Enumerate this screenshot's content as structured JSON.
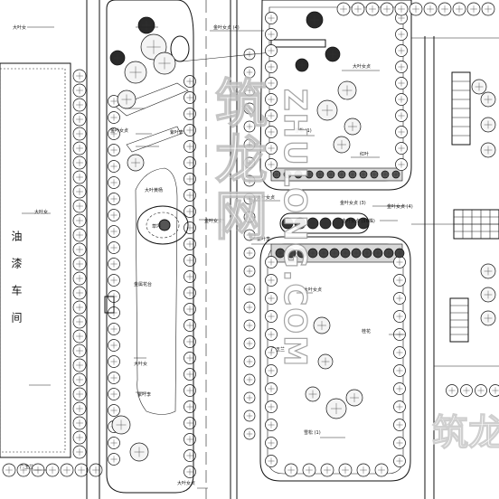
{
  "plan": {
    "workshop_label": "油漆车间",
    "watermark_cn": "筑龙网",
    "watermark_en": "ZHULONG.COM",
    "watermark_mark": "筑龙"
  },
  "callouts": {
    "top_left": "大叶女",
    "top_mid": "金叶女贞 (4)",
    "top_right_a": "大叶女贞",
    "mid_left_a": "金叶女贞",
    "mid_left_b": "紫叶李",
    "mid_left_c": "大叶黄杨",
    "oval_label": "金叶女贞",
    "ring_label": "草坪",
    "bench_label": "金属花台",
    "left_vertical": "大叶女",
    "lower_mid_a": "大叶女",
    "lower_mid_b": "紫叶李",
    "bottom_left": "广玉兰",
    "bottom_mid": "大叶女贞",
    "block1_a": "雪松 (1)",
    "block1_b": "红叶",
    "strip_left": "大叶女贞",
    "strip_mid": "金叶女贞 (3)",
    "strip_right": "金叶女贞 (4)",
    "block2_a": "紫叶李",
    "block2_b": "金叶女贞 (50株)",
    "block2_c": "大叶女贞",
    "block2_d": "桂花",
    "block2_e": "雪松 (1)",
    "block2_f": "广玉兰"
  }
}
